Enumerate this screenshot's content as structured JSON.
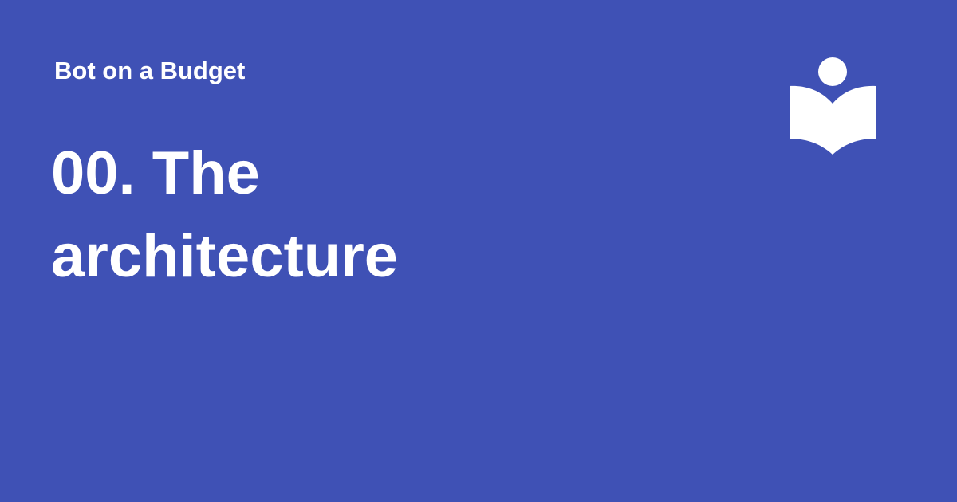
{
  "card": {
    "background_color": "#3f51b5",
    "text_color": "#ffffff",
    "series_title": "Bot on a Budget",
    "post_title_lines": [
      "00. The",
      "architecture"
    ],
    "logo_icon": "reading-person-book-icon"
  }
}
